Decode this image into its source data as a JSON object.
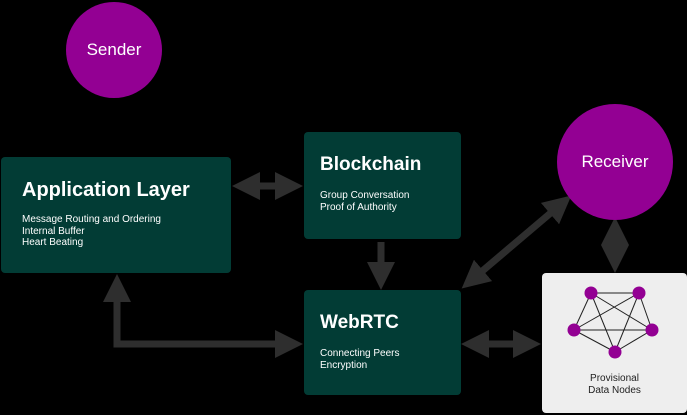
{
  "colors": {
    "background": "#000000",
    "box": "#023c35",
    "actor": "#930093",
    "arrow": "#2e2e2e",
    "panel": "#eeeeee",
    "node": "#930093"
  },
  "sender": {
    "label": "Sender"
  },
  "receiver": {
    "label": "Receiver"
  },
  "application_layer": {
    "title": "Application Layer",
    "lines": [
      "Message Routing and Ordering",
      "Internal Buffer",
      "Heart Beating"
    ]
  },
  "blockchain": {
    "title": "Blockchain",
    "lines": [
      "Group Conversation",
      "Proof of Authority"
    ]
  },
  "webrtc": {
    "title": "WebRTC",
    "lines": [
      "Connecting Peers",
      "Encryption"
    ]
  },
  "data_nodes": {
    "caption_lines": [
      "Provisional",
      "Data Nodes"
    ],
    "node_count": 5
  }
}
